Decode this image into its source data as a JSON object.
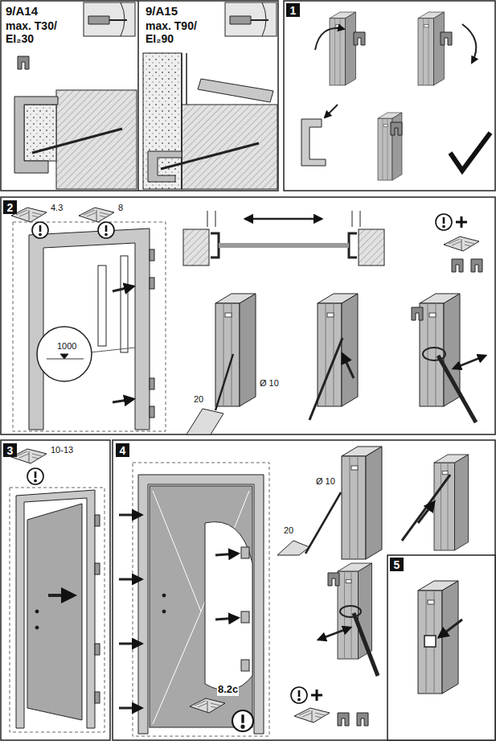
{
  "diagram": {
    "nodes": [
      {
        "text": [
          "1"
        ]
      },
      {
        "text": [
          "2"
        ]
      },
      {
        "text": [
          "3"
        ]
      },
      {
        "text": [
          "4"
        ]
      },
      {
        "text": [
          "5"
        ]
      }
    ],
    "labels": [
      "9/A14",
      "max. T30/ EI₂30",
      "9/A15",
      "max. T90/ EI₂90",
      "4.3",
      "8",
      "1000",
      "20",
      "Ø 10",
      "10-13",
      "20",
      "Ø 10",
      "8.2c"
    ]
  }
}
